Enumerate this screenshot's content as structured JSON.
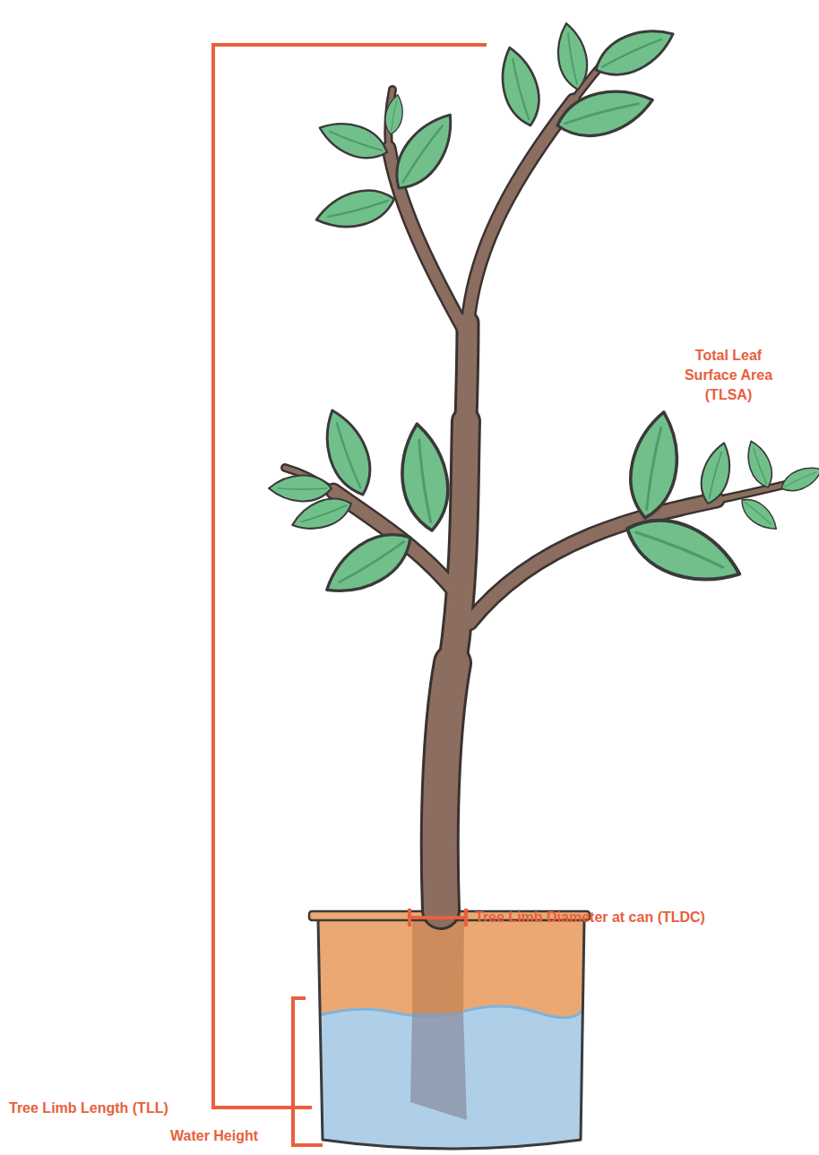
{
  "diagram": {
    "labels": [
      "Total Leaf Surface Area (TLSA)",
      "Tree Limb Diameter at can (TLDC)",
      "Tree Limb Length (TLL)",
      "Water Height"
    ]
  }
}
